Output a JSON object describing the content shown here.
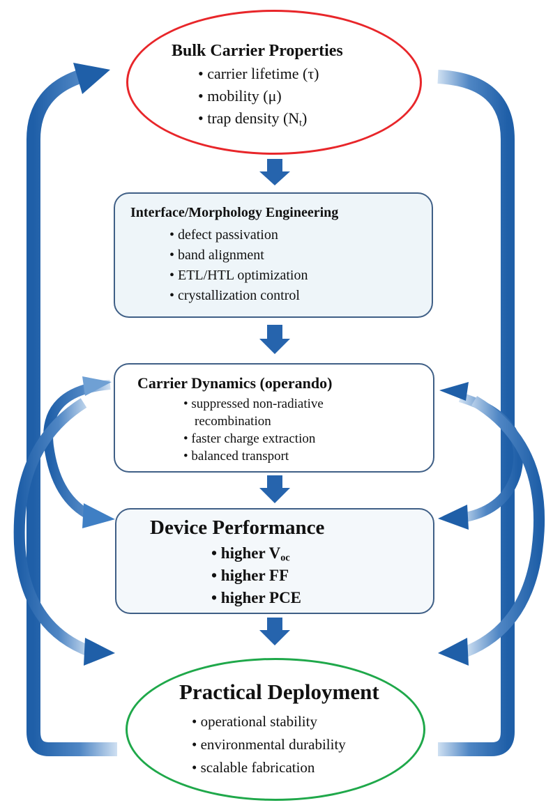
{
  "nodes": {
    "bulk": {
      "title": "Bulk Carrier Properties",
      "items": [
        "• carrier lifetime (τ)",
        "• mobility (μ)",
        "• trap density (N",
        "t",
        ")"
      ]
    },
    "interface": {
      "title": "Interface/Morphology Engineering",
      "items": [
        "• defect passivation",
        "• band alignment",
        "• ETL/HTL optimization",
        "• crystallization control"
      ]
    },
    "carrier": {
      "title": "Carrier Dynamics (operando)",
      "items": [
        "• suppressed non-radiative",
        "recombination",
        "• faster charge extraction",
        "• balanced transport"
      ]
    },
    "device": {
      "title": "Device Performance",
      "items": [
        "• higher V",
        "oc",
        "• higher FF",
        "• higher PCE"
      ]
    },
    "deploy": {
      "title": "Practical Deployment",
      "items": [
        "• operational stability",
        "• environmental durability",
        "• scalable fabrication"
      ]
    }
  },
  "colors": {
    "arrow_dark": "#1f5fa8",
    "arrow_light": "#a9c8e8",
    "bulk_border": "#e8262a",
    "deploy_border": "#1fa84a",
    "box_border": "#3f5f86"
  }
}
